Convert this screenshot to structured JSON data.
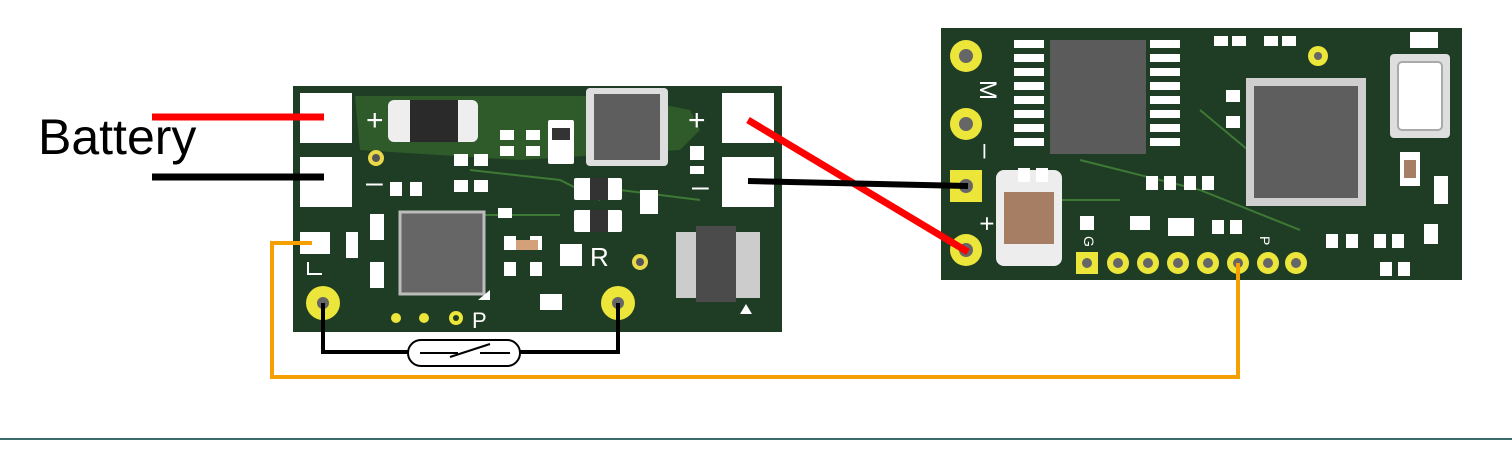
{
  "diagram": {
    "battery_label": "Battery",
    "left_board": {
      "plus_left": "+",
      "minus_left": "–",
      "plus_right": "+",
      "minus_right": "–",
      "pad_label_r": "R",
      "pad_label_p": "P",
      "pad_label_l": "L"
    },
    "right_board": {
      "label_m": "M",
      "label_plus": "+",
      "label_minus": "–",
      "label_g": "G",
      "label_p": "P"
    },
    "colors": {
      "pcb": "#1f3d24",
      "pcb_trace": "#2f5a2a",
      "pad_white": "#ffffff",
      "gold": "#ece53a",
      "chip": "#666666",
      "wire_positive": "#ff0000",
      "wire_negative": "#000000",
      "wire_signal": "#f5a000",
      "frame_rule": "#3a6b6b"
    }
  }
}
